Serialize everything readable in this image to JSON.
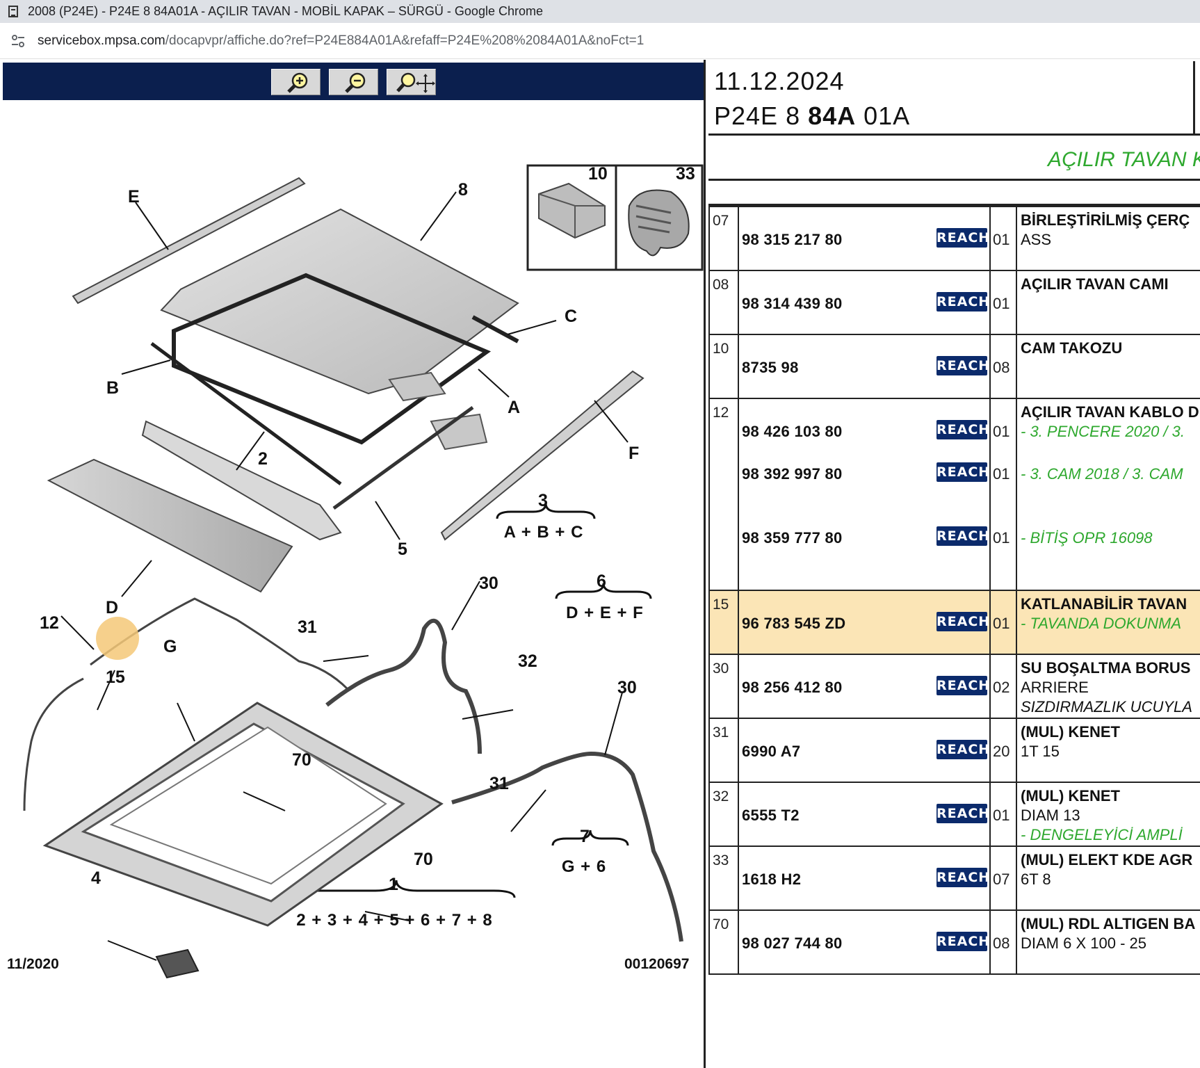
{
  "window": {
    "title": "2008 (P24E) - P24E 8 84A01A - AÇILIR TAVAN - MOBİL KAPAK – SÜRGÜ - Google Chrome"
  },
  "address_bar": {
    "host": "servicebox.mpsa.com",
    "path": "/docapvpr/affiche.do?ref=P24E884A01A&refaff=P24E%208%2084A01A&noFct=1"
  },
  "toolbar": {
    "buttons": [
      {
        "name": "zoom-in",
        "icon": "zoom-in-icon"
      },
      {
        "name": "zoom-out",
        "icon": "zoom-out-icon"
      },
      {
        "name": "zoom-pan",
        "icon": "zoom-pan-icon"
      }
    ]
  },
  "diagram": {
    "callouts": {
      "E": "E",
      "8": "8",
      "C": "C",
      "B": "B",
      "A": "A",
      "F": "F",
      "2": "2",
      "3": "3",
      "5": "5",
      "D": "D",
      "30a": "30",
      "6": "6",
      "12": "12",
      "31a": "31",
      "G": "G",
      "15": "15",
      "32": "32",
      "30b": "30",
      "70a": "70",
      "31b": "31",
      "7": "7",
      "4": "4",
      "70b": "70",
      "1": "1"
    },
    "formulas": {
      "f3": "A + B + C",
      "f6": "D + E + F",
      "f7": "G + 6",
      "f1": "2 + 3 + 4 + 5 + 6 + 7 + 8"
    },
    "inset": {
      "left_num": "10",
      "right_num": "33"
    },
    "footer": {
      "date": "11/2020",
      "code": "00120697"
    },
    "highlight_color": "#f5c878"
  },
  "header": {
    "date": "11.12.2024",
    "ref_pre": "P24E 8 ",
    "ref_bold": "84A",
    "ref_post": " 01A"
  },
  "section": {
    "title": "AÇILIR TAVAN K"
  },
  "reach_label": "REACH",
  "colors": {
    "navy": "#0b1f4e",
    "green": "#2ea82e",
    "highlight_row": "#fbe5b6"
  },
  "parts": [
    {
      "ref": "07",
      "rows": [
        {
          "pn": "98 315 217 80",
          "qty": "01"
        }
      ],
      "desc": [
        {
          "t": "BİRLEŞTİRİLMİŞ ÇERÇ",
          "s": "t"
        },
        {
          "t": "ASS",
          "s": "n"
        }
      ]
    },
    {
      "ref": "08",
      "rows": [
        {
          "pn": "98 314 439 80",
          "qty": "01"
        }
      ],
      "desc": [
        {
          "t": "AÇILIR TAVAN CAMI",
          "s": "t"
        }
      ]
    },
    {
      "ref": "10",
      "rows": [
        {
          "pn": "8735 98",
          "qty": "08"
        }
      ],
      "desc": [
        {
          "t": "CAM TAKOZU",
          "s": "t"
        }
      ]
    },
    {
      "ref": "12",
      "rows": [
        {
          "pn": "98 426 103 80",
          "qty": "01"
        },
        {
          "pn": "98 392 997 80",
          "qty": "01"
        },
        {
          "pn": "98 359 777 80",
          "qty": "01"
        }
      ],
      "desc": [
        {
          "t": "AÇILIR TAVAN KABLO D",
          "s": "t"
        },
        {
          "t": "- 3. PENCERE 2020 / 3.",
          "s": "g"
        },
        {
          "t": "- 3. CAM 2018 / 3. CAM",
          "s": "g"
        },
        {
          "t": "- BİTİŞ OPR 16098",
          "s": "g"
        }
      ]
    },
    {
      "ref": "15",
      "rows": [
        {
          "pn": "96 783 545 ZD",
          "qty": "01"
        }
      ],
      "desc": [
        {
          "t": "KATLANABİLİR TAVAN",
          "s": "t"
        },
        {
          "t": "- TAVANDA DOKUNMA",
          "s": "g"
        }
      ],
      "highlight": true
    },
    {
      "ref": "30",
      "rows": [
        {
          "pn": "98 256 412 80",
          "qty": "02"
        }
      ],
      "desc": [
        {
          "t": "SU BOŞALTMA BORUS",
          "s": "t"
        },
        {
          "t": "ARRIERE",
          "s": "n"
        },
        {
          "t": "SIZDIRMAZLIK UCUYLA",
          "s": "i"
        }
      ]
    },
    {
      "ref": "31",
      "rows": [
        {
          "pn": "6990 A7",
          "qty": "20"
        }
      ],
      "desc": [
        {
          "t": "(MUL) KENET",
          "s": "t"
        },
        {
          "t": "1T 15",
          "s": "n"
        }
      ]
    },
    {
      "ref": "32",
      "rows": [
        {
          "pn": "6555 T2",
          "qty": "01"
        }
      ],
      "desc": [
        {
          "t": "(MUL) KENET",
          "s": "t"
        },
        {
          "t": "DIAM 13",
          "s": "n"
        },
        {
          "t": "- DENGELEYİCİ AMPLİ",
          "s": "g"
        }
      ]
    },
    {
      "ref": "33",
      "rows": [
        {
          "pn": "1618 H2",
          "qty": "07"
        }
      ],
      "desc": [
        {
          "t": "(MUL) ELEKT KDE AGR",
          "s": "t"
        },
        {
          "t": "6T 8",
          "s": "n"
        }
      ]
    },
    {
      "ref": "70",
      "rows": [
        {
          "pn": "98 027 744 80",
          "qty": "08"
        }
      ],
      "desc": [
        {
          "t": "(MUL) RDL ALTIGEN BA",
          "s": "t"
        },
        {
          "t": "DIAM 6 X 100 - 25",
          "s": "n"
        }
      ]
    }
  ]
}
